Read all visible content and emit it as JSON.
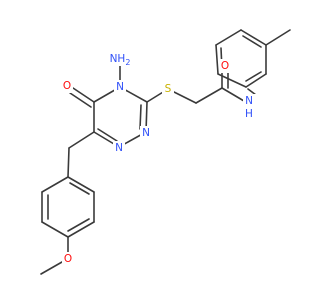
{
  "molecule": {
    "atoms": {
      "nh2": "NH",
      "nh2_sub": "2",
      "n4": "N",
      "n2": "N",
      "n1": "N",
      "o_carbonyl_ring": "O",
      "s": "S",
      "o_amide": "O",
      "n_amide": "N",
      "h_amide": "H",
      "o_methoxy": "O"
    },
    "colors": {
      "carbon": "#3a3a3a",
      "nitrogen": "#3050f8",
      "oxygen": "#ff0d0d",
      "sulfur": "#c9b200"
    }
  }
}
